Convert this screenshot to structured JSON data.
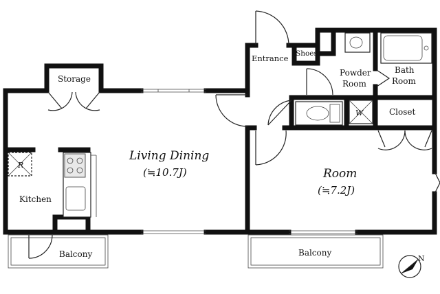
{
  "rooms": {
    "storage": "Storage",
    "entrance": "Entrance",
    "shoes": "Shoes",
    "powder_room": [
      "Powder",
      "Room"
    ],
    "bath_room": [
      "Bath",
      "Room"
    ],
    "closet": "Closet",
    "living_dining": "Living Dining",
    "living_dining_size": "(≒10.7J)",
    "room": "Room",
    "room_size": "(≒7.2J)",
    "kitchen": "Kitchen",
    "balcony_left": "Balcony",
    "balcony_right": "Balcony"
  },
  "fixtures": {
    "refrigerator_mark": "R",
    "washer_mark": "W",
    "compass_mark": "N"
  }
}
